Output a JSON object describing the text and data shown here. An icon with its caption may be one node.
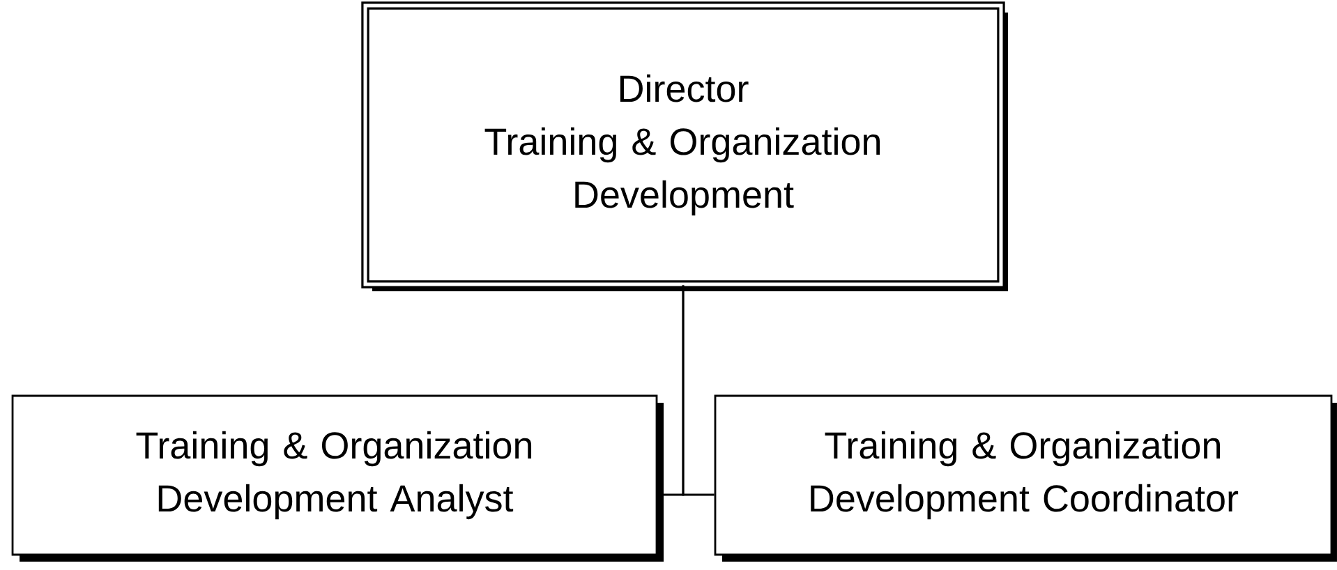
{
  "diagram": {
    "nodes": [
      {
        "text": [
          "Director",
          "Training & Organization Development"
        ]
      },
      {
        "text": [
          "Training & Organization Development Analyst"
        ]
      },
      {
        "text": [
          "Training & Organization Development Coordinator"
        ]
      }
    ],
    "edges": [
      {
        "from": 0,
        "to": 1,
        "arrow": "none"
      },
      {
        "from": 0,
        "to": 2,
        "arrow": "none"
      }
    ]
  }
}
